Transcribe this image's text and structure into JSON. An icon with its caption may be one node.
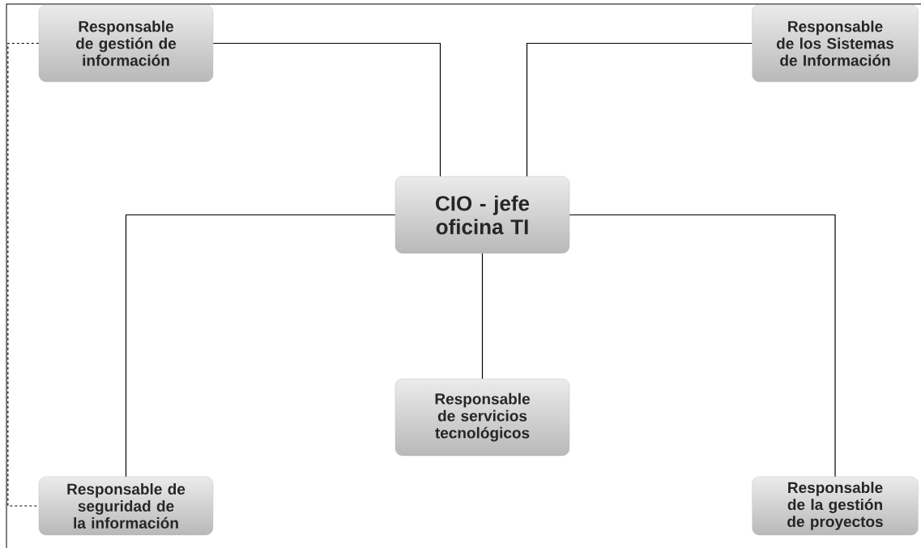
{
  "diagram": {
    "nodes": [
      {
        "text": [
          "Responsable de gestión de información"
        ]
      },
      {
        "text": [
          "Responsable de los Sistemas de Información"
        ]
      },
      {
        "text": [
          "CIO - jefe oficina TI"
        ]
      },
      {
        "text": [
          "Responsable de servicios tecnológicos"
        ]
      },
      {
        "text": [
          "Responsable de seguridad de la información"
        ]
      },
      {
        "text": [
          "Responsable de la gestión de proyectos"
        ]
      }
    ],
    "edges": [
      {
        "from": 2,
        "to": 0,
        "arrow": "none"
      },
      {
        "from": 2,
        "to": 1,
        "arrow": "none"
      },
      {
        "from": 2,
        "to": 4,
        "arrow": "none"
      },
      {
        "from": 2,
        "to": 3,
        "arrow": "none"
      },
      {
        "from": 2,
        "to": 5,
        "arrow": "none"
      },
      {
        "from": 0,
        "to": 4,
        "arrow": "none",
        "style": "dashed"
      }
    ]
  }
}
